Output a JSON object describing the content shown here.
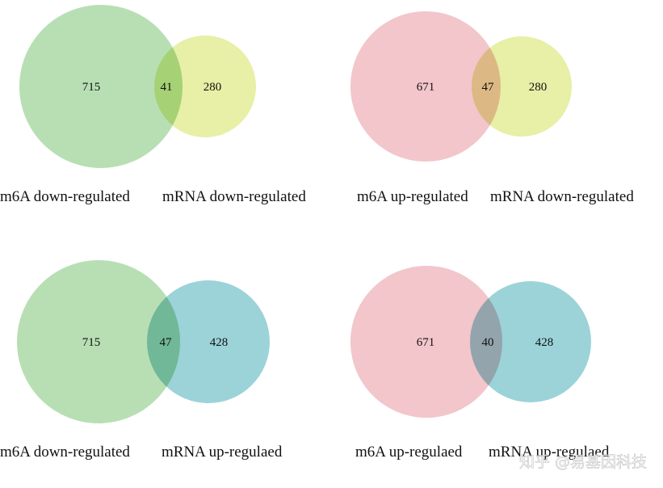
{
  "colors": {
    "green": "#b8dfb4",
    "yellow": "#e8efa6",
    "pink": "#f2c6cb",
    "teal": "#9bd3d8"
  },
  "panels": [
    {
      "id": "panel-1",
      "left": {
        "label": "m6A down-regulated",
        "count": "715",
        "color": "green"
      },
      "overlap": "41",
      "right": {
        "label": "mRNA down-regulated",
        "count": "280",
        "color": "yellow"
      }
    },
    {
      "id": "panel-2",
      "left": {
        "label": "m6A up-regulated",
        "count": "671",
        "color": "pink"
      },
      "overlap": "47",
      "right": {
        "label": "mRNA down-regulated",
        "count": "280",
        "color": "yellow"
      }
    },
    {
      "id": "panel-3",
      "left": {
        "label": "m6A down-regulated",
        "count": "715",
        "color": "green"
      },
      "overlap": "47",
      "right": {
        "label": "mRNA up-regulaed",
        "count": "428",
        "color": "teal"
      }
    },
    {
      "id": "panel-4",
      "left": {
        "label": "m6A up-regulaed",
        "count": "671",
        "color": "pink"
      },
      "overlap": "40",
      "right": {
        "label": "mRNA up-regulaed",
        "count": "428",
        "color": "teal"
      }
    }
  ],
  "watermark": "知乎 @易基因科技"
}
